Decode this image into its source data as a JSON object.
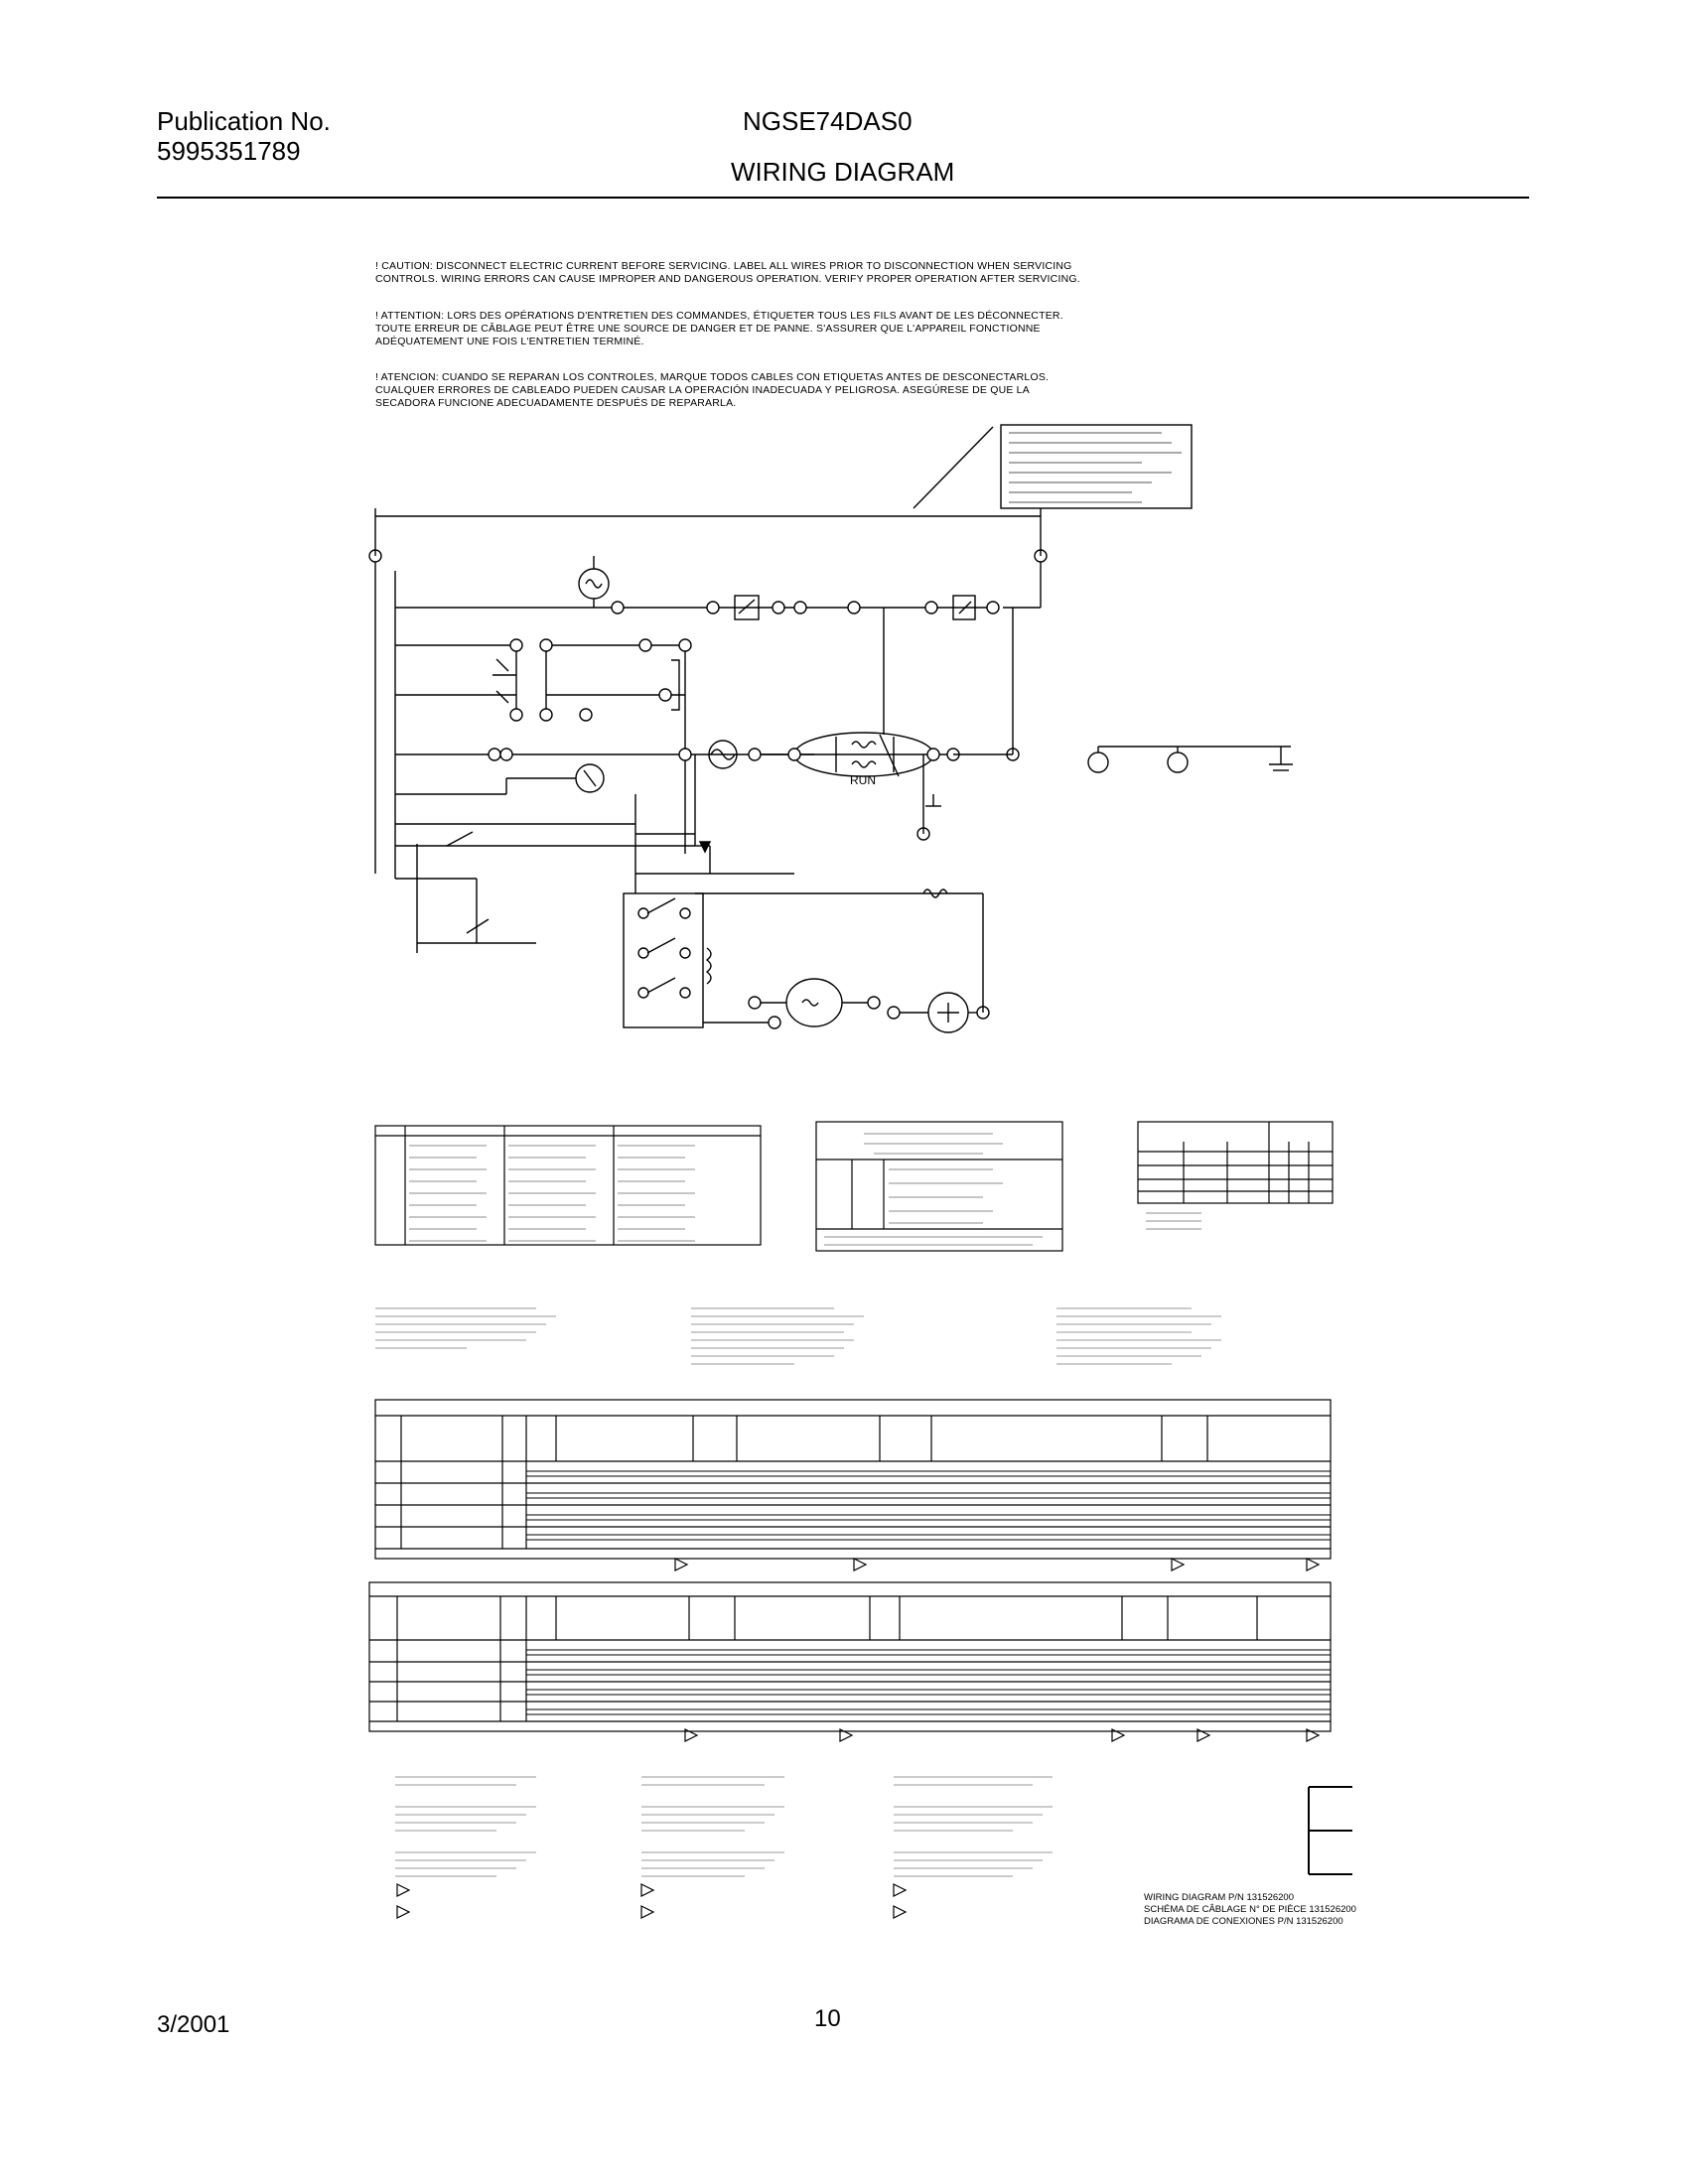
{
  "header": {
    "publication_label": "Publication No.",
    "publication_number": "5995351789",
    "model": "NGSE74DAS0",
    "title": "WIRING DIAGRAM"
  },
  "caution": {
    "english": "! CAUTION: DISCONNECT ELECTRIC CURRENT BEFORE SERVICING. LABEL ALL WIRES PRIOR TO DISCONNECTION WHEN SERVICING CONTROLS. WIRING ERRORS CAN CAUSE IMPROPER AND DANGEROUS OPERATION. VERIFY PROPER OPERATION AFTER SERVICING.",
    "french": "! ATTENTION: LORS DES OPÉRATIONS D'ENTRETIEN DES COMMANDES, ÉTIQUETER TOUS LES FILS AVANT DE LES DÉCONNECTER. TOUTE ERREUR DE CÂBLAGE PEUT ÊTRE UNE SOURCE DE DANGER ET DE PANNE. S'ASSURER QUE L'APPAREIL FONCTIONNE ADÉQUATEMENT UNE FOIS L'ENTRETIEN TERMINÉ.",
    "spanish": "! ATENCION: CUANDO SE REPARAN LOS CONTROLES, MARQUE TODOS CABLES CON ETIQUETAS ANTES DE DESCONECTARLOS. CUALQUER ERRORES DE CABLEADO PUEDEN CAUSAR LA OPERACIÓN INADECUADA Y PELIGROSA. ASEGÚRESE DE QUE LA SECADORA FUNCIONE ADECUADAMENTE DESPUÉS DE REPARARLA."
  },
  "diagram_labels": {
    "motor_winding": "RUN"
  },
  "reference": {
    "en": "WIRING DIAGRAM P/N 131526200",
    "fr": "SCHÉMA DE CÂBLAGE N° DE PIÈCE 131526200",
    "es": "DIAGRAMA DE CONEXIONES P/N 131526200"
  },
  "footer": {
    "date": "3/2001",
    "page_number": "10"
  },
  "colors": {
    "ink": "#000000",
    "paper": "#ffffff",
    "faint_text": "#555555"
  }
}
